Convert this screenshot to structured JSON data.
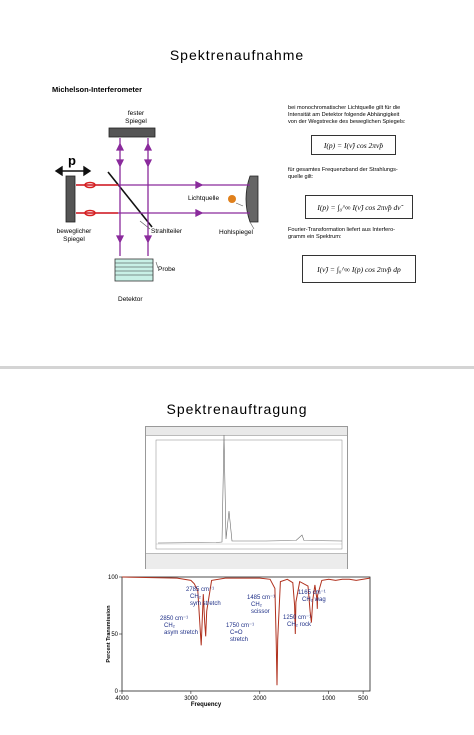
{
  "slide1": {
    "title": "Spektrenaufnahme",
    "subtitle": "Michelson-Interferometer",
    "labels": {
      "fixed_mirror_line1": "fester",
      "fixed_mirror_line2": "Spiegel",
      "p": "p",
      "moving_mirror_line1": "beweglicher",
      "moving_mirror_line2": "Spiegel",
      "light_source": "Lichtquelle",
      "beam_splitter": "Strahlteiler",
      "concave_mirror": "Hohlspiegel",
      "sample": "Probe",
      "detector": "Detektor"
    },
    "text1": [
      "bei monochromatischer Lichtquelle gilt für die",
      "Intensität am Detektor folgende Abhängigkeit",
      "von der Wegstrecke des beweglichen Spiegels:"
    ],
    "formula1": "I(p) = I(ν̃) cos 2πν̃p",
    "text2": [
      "für gesamtes Frequenzband der Strahlungs-",
      "quelle gilt:"
    ],
    "formula2": "I(p) = ∫₀^∞ I(ν̃) cos 2πν̃p dν̃",
    "text3": [
      "Fourier-Transformation liefert aus Interfero-",
      "gramm ein Spektrum:"
    ],
    "formula3": "I(ν̃) = ∫₀^∞ I(p) cos 2πν̃p dp"
  },
  "slide2": {
    "title": "Spektrenauftragung",
    "chart_data": [
      {
        "type": "line",
        "title": "",
        "series": [
          {
            "values": []
          }
        ]
      },
      {
        "type": "line",
        "xlabel": "Frequency",
        "ylabel": "Percent Transmission",
        "x_ticks": [
          "4000",
          "3000",
          "2000",
          "1000",
          "500"
        ],
        "y_ticks": [
          "100",
          "50",
          "0"
        ],
        "xlim": [
          4000,
          400
        ],
        "ylim": [
          0,
          100
        ],
        "colors": {
          "line": "#b0311e",
          "annotation": "#1e2f87"
        },
        "series": [
          {
            "x": [
              4000,
              3200,
              3000,
              2950,
              2900,
              2850,
              2820,
              2800,
              2785,
              2770,
              2700,
              2500,
              2200,
              2000,
              1850,
              1780,
              1760,
              1750,
              1740,
              1700,
              1600,
              1520,
              1495,
              1485,
              1475,
              1420,
              1300,
              1270,
              1250,
              1230,
              1200,
              1170,
              1165,
              1160,
              1100,
              1000,
              900,
              800,
              700,
              600,
              500,
              400
            ],
            "y": [
              100,
              99,
              97,
              94,
              88,
              40,
              85,
              60,
              48,
              70,
              97,
              99,
              99,
              99,
              98,
              90,
              40,
              5,
              45,
              96,
              98,
              95,
              75,
              50,
              78,
              96,
              92,
              70,
              60,
              80,
              93,
              80,
              72,
              84,
              97,
              98,
              97,
              98,
              98,
              97,
              98,
              99
            ]
          }
        ],
        "annotations": [
          {
            "x": 2785,
            "y": 48,
            "lines": [
              "2785 cm⁻¹",
              "CH₂",
              "sym stretch"
            ]
          },
          {
            "x": 2850,
            "y": 40,
            "lines": [
              "2850 cm⁻¹",
              "CH₂",
              "asym stretch"
            ]
          },
          {
            "x": 1485,
            "y": 50,
            "lines": [
              "1485 cm⁻¹",
              "CH₂",
              "scissor"
            ]
          },
          {
            "x": 1750,
            "y": 5,
            "lines": [
              "1750 cm⁻¹",
              "C=O",
              "stretch"
            ]
          },
          {
            "x": 1250,
            "y": 60,
            "lines": [
              "1250 cm⁻¹",
              "CH₂ rock"
            ]
          },
          {
            "x": 1165,
            "y": 72,
            "lines": [
              "1165 cm⁻¹",
              "CH₂ wag"
            ]
          }
        ]
      }
    ]
  }
}
